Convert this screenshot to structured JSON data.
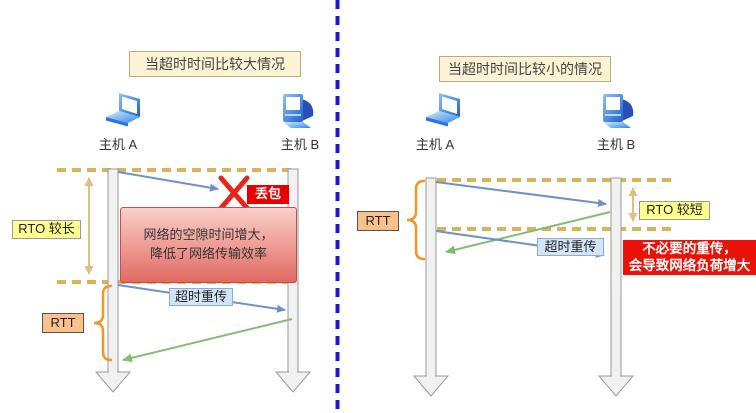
{
  "diagram_type": "tcp-timeout-retransmission-comparison",
  "colors": {
    "divider_blue": "#1a18d8",
    "timeline_gold": "#d9b25a",
    "arrow_blue": "#7090c8",
    "arrow_green": "#7fbe70",
    "brace_orange": "#f79428",
    "alert_red": "#e60000",
    "label_yellow": "#fdff8f",
    "label_peach": "#fac28a",
    "label_lightblue": "#d3e5f5",
    "title_cream": "#fcf3d5",
    "lifeline_gray": "#999999",
    "host_icon_blue": "#1d5fd2"
  },
  "left": {
    "title": "当超时时间比较大情况",
    "host_a_label": "主机 A",
    "host_b_label": "主机 B",
    "rto_label": "RTO 较长",
    "rtt_label": "RTT",
    "packet_loss_label": "丢包",
    "retransmit_label": "超时重传",
    "note_line1": "网络的空隙时间增大，",
    "note_line2": "降低了网络传输效率",
    "icons": [
      "laptop-icon",
      "desktop-icon",
      "packet-loss-x-icon"
    ]
  },
  "right": {
    "title": "当超时时间比较小的情况",
    "host_a_label": "主机 A",
    "host_b_label": "主机 B",
    "rto_label": "RTO 较短",
    "rtt_label": "RTT",
    "retransmit_label": "超时重传",
    "note_line1": "不必要的重传，",
    "note_line2": "会导致网络负荷增大",
    "icons": [
      "laptop-icon",
      "desktop-icon"
    ]
  }
}
